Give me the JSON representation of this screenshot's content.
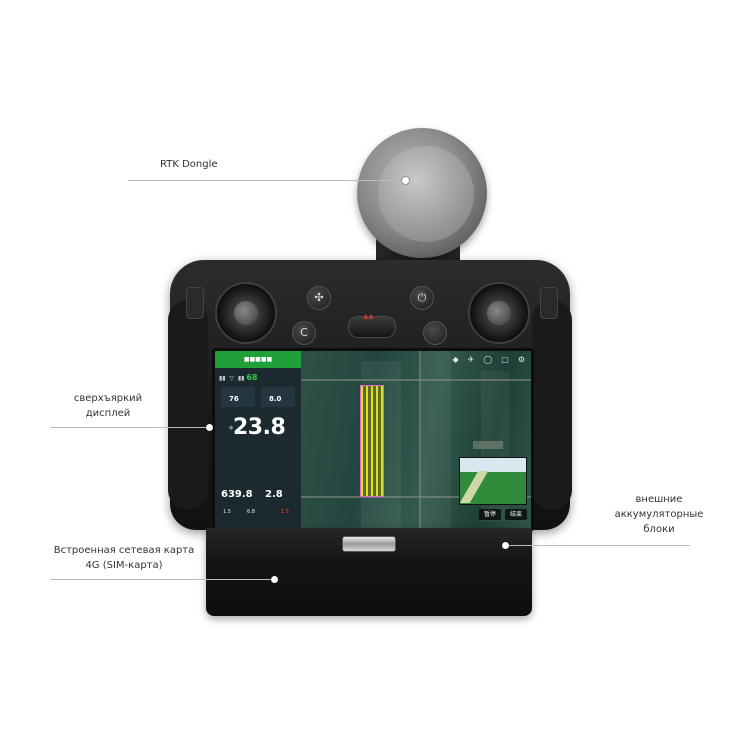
{
  "labels": {
    "rtk_dongle": "RTK Dongle",
    "display_line1": "сверхъяркий",
    "display_line2": "дисплей",
    "sim_line1": "Встроенная сетевая карта",
    "sim_line2": "4G (SIM-карта)",
    "batteries_line1": "внешние",
    "batteries_line2": "аккумуляторные",
    "batteries_line3": "блоки"
  },
  "controller": {
    "c_button": "C",
    "power_icon": "power-icon"
  },
  "screen": {
    "panel": {
      "big_value": "23.8",
      "stat_top_left": "76",
      "stat_top_right": "8.0",
      "stat_bottom_left": "639.8",
      "stat_bottom_right": "2.8",
      "foot_left": "1.5",
      "foot_mid": "6.8",
      "foot_right": "1.5",
      "signal": "68"
    },
    "map_buttons": [
      "暂停",
      "结束"
    ]
  },
  "colors": {
    "accent_green": "#1fa038",
    "route_yellow": "#d8e02a",
    "route_border": "#e066c8"
  }
}
